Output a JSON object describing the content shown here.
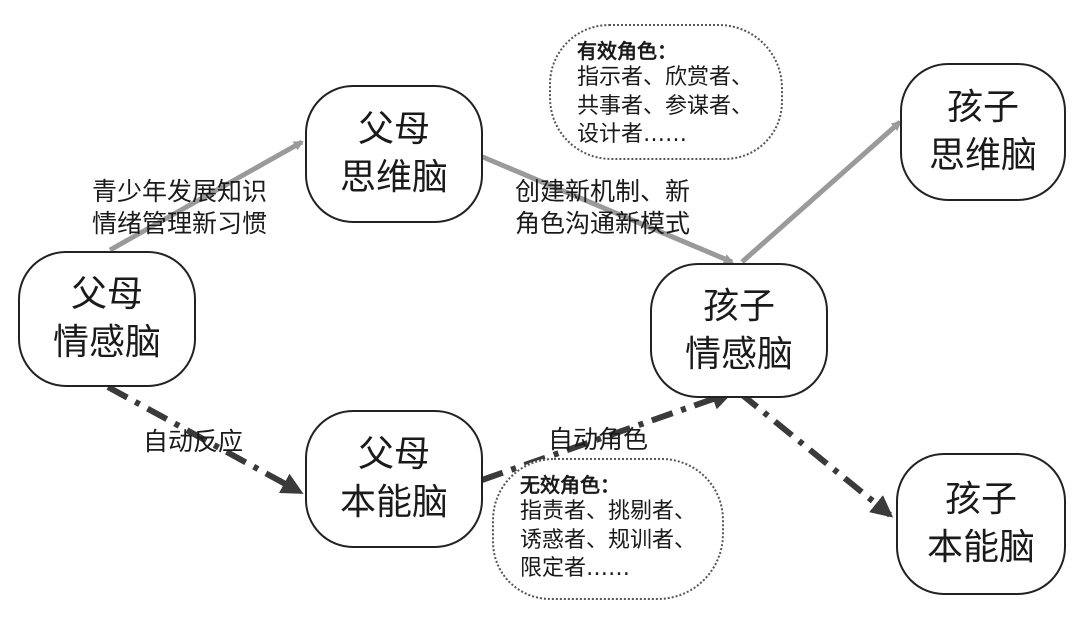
{
  "nodes": {
    "parent_emotional": {
      "line1": "父母",
      "line2": "情感脑"
    },
    "parent_thinking": {
      "line1": "父母",
      "line2": "思维脑"
    },
    "parent_instinct": {
      "line1": "父母",
      "line2": "本能脑"
    },
    "child_emotional": {
      "line1": "孩子",
      "line2": "情感脑"
    },
    "child_thinking": {
      "line1": "孩子",
      "line2": "思维脑"
    },
    "child_instinct": {
      "line1": "孩子",
      "line2": "本能脑"
    }
  },
  "edges": {
    "knowledge": {
      "line1": "青少年发展知识",
      "line2": "情绪管理新习惯"
    },
    "new_mechanism": {
      "line1": "创建新机制、新",
      "line2": "角色沟通新模式"
    },
    "auto_reaction": "自动反应",
    "auto_role": "自动角色"
  },
  "bubbles": {
    "effective": {
      "title": "有效角色：",
      "lines": [
        "指示者、欣赏者、",
        "共事者、参谋者、",
        "设计者……"
      ]
    },
    "ineffective": {
      "title": "无效角色：",
      "lines": [
        "指责者、挑剔者、",
        "诱惑者、规训者、",
        "限定者……"
      ]
    }
  },
  "colors": {
    "solid_arrow": "#9a9a9a",
    "dashed_arrow": "#3a3a3a",
    "border": "#222222"
  }
}
